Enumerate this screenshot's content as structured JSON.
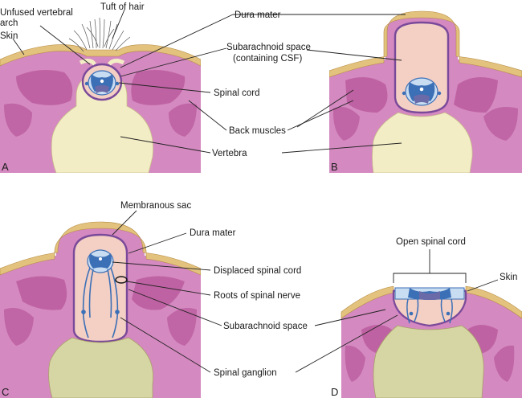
{
  "panels": {
    "a": {
      "letter": "A"
    },
    "b": {
      "letter": "B"
    },
    "c": {
      "letter": "C"
    },
    "d": {
      "letter": "D"
    }
  },
  "labels": {
    "unfused_arch_1": "Unfused vertebral",
    "unfused_arch_2": "arch",
    "tuft_of_hair": "Tuft of hair",
    "skin_a": "Skin",
    "dura_mater_top": "Dura mater",
    "subarachnoid_1": "Subarachnoid space",
    "subarachnoid_2": "(containing CSF)",
    "spinal_cord": "Spinal cord",
    "back_muscles": "Back muscles",
    "vertebra": "Vertebra",
    "membranous_sac": "Membranous sac",
    "dura_mater_c": "Dura mater",
    "displaced_spinal_cord": "Displaced spinal cord",
    "roots_spinal_nerve": "Roots of spinal nerve",
    "subarachnoid_space": "Subarachnoid space",
    "spinal_ganglion": "Spinal ganglion",
    "open_spinal_cord": "Open spinal cord",
    "skin_d": "Skin"
  },
  "colors": {
    "skin_tan": "#e3c27e",
    "muscle_pink": "#d489c0",
    "muscle_dark": "#b8559a",
    "vertebra_a": "#f3edc6",
    "vertebra_c": "#d6d6a4",
    "dura_purple": "#7a4a9a",
    "sac_fill": "#f3cfc4",
    "cord_blue": "#3b6fb6",
    "cord_light": "#c9ddf2",
    "cord_gray": "#6b6aa8"
  }
}
